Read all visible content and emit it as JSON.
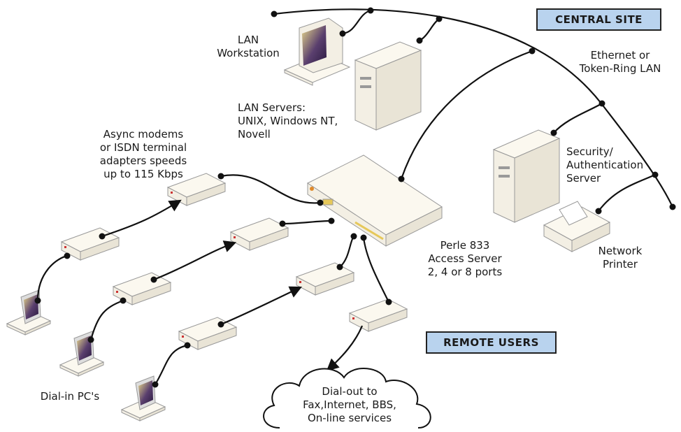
{
  "tags": {
    "central_site": "CENTRAL SITE",
    "remote_users": "REMOTE USERS"
  },
  "labels": {
    "lan_workstation": [
      "LAN",
      "Workstation"
    ],
    "lan_servers": [
      "LAN Servers:",
      "UNIX, Windows NT,",
      "Novell"
    ],
    "ethernet": [
      "Ethernet  or",
      "Token-Ring LAN"
    ],
    "async_modems": [
      "Async modems",
      "or ISDN terminal",
      "adapters speeds",
      "up to 115 Kbps"
    ],
    "security_server": [
      "Security/",
      "Authentication",
      "Server"
    ],
    "perle": [
      "Perle 833",
      "Access Server",
      "2, 4 or 8 ports"
    ],
    "network_printer": [
      "Network",
      "Printer"
    ],
    "dial_in": [
      "Dial-in PC's"
    ],
    "dial_out": [
      "Dial-out to",
      "Fax,Internet, BBS,",
      "On-line services"
    ]
  },
  "colors": {
    "tag_bg": "#b9d3ee",
    "device_body": "#f3efe4",
    "screen_dark": "#2b1a40",
    "screen_light": "#e8d98a"
  }
}
